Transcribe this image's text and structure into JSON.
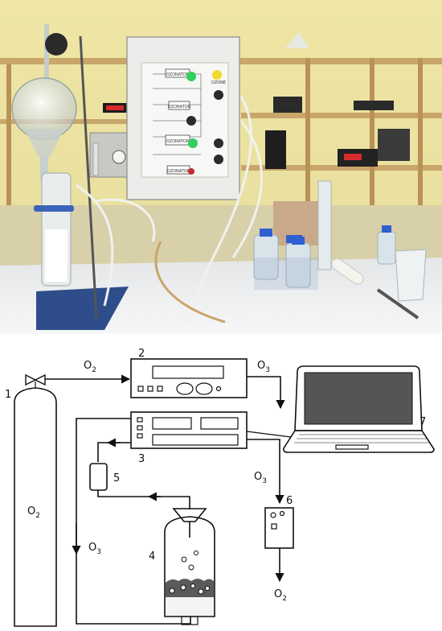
{
  "photo": {
    "panel_labels": [
      "OZONATOR",
      "OZONATOR",
      "OZONATOR",
      "OZONE",
      "OZONATOR"
    ]
  },
  "schematic": {
    "numbers": {
      "n1": "1",
      "n2": "2",
      "n3": "3",
      "n4": "4",
      "n5": "5",
      "n6": "6",
      "n7": "7"
    },
    "gas": {
      "o2_main": "O",
      "o2_main_sub": "2",
      "o2_cylinder": "O",
      "o2_cylinder_sub": "2",
      "o2_out": "O",
      "o2_out_sub": "2"
    },
    "ozone": {
      "o3_top": "O",
      "o3_top_sub": "3",
      "o3_side": "O",
      "o3_side_sub": "3",
      "o3_left": "O",
      "o3_left_sub": "3"
    }
  }
}
